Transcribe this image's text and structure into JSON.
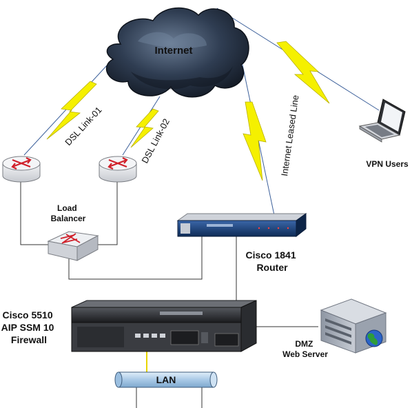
{
  "nodes": {
    "internet": {
      "label": "Internet"
    },
    "load_balancer": {
      "label_lines": [
        "Load",
        "Balancer"
      ]
    },
    "router": {
      "label_lines": [
        "Cisco 1841",
        "Router"
      ]
    },
    "firewall": {
      "label_lines": [
        "Cisco 5510",
        "AIP SSM 10",
        "Firewall"
      ]
    },
    "dmz": {
      "label_lines": [
        "DMZ",
        "Web Server"
      ]
    },
    "vpn": {
      "label": "VPN Users"
    },
    "lan": {
      "label": "LAN"
    }
  },
  "links": {
    "dsl1": "DSL Link-01",
    "dsl2": "DSL Link-02",
    "leased": "Internet Leased Line"
  },
  "colors": {
    "cloud_dark": "#1f2a3a",
    "cloud_light": "#5d6f87",
    "lightning": "#f5f000",
    "router_body": "#e2e4e8",
    "router_icon_red": "#d0202a",
    "cisco_blue": "#1d3f73",
    "firewall_body": "#2d2f33",
    "lan_blue": "#bcd6ec",
    "globe_green": "#2e9d3a",
    "globe_blue": "#2b64c8"
  }
}
